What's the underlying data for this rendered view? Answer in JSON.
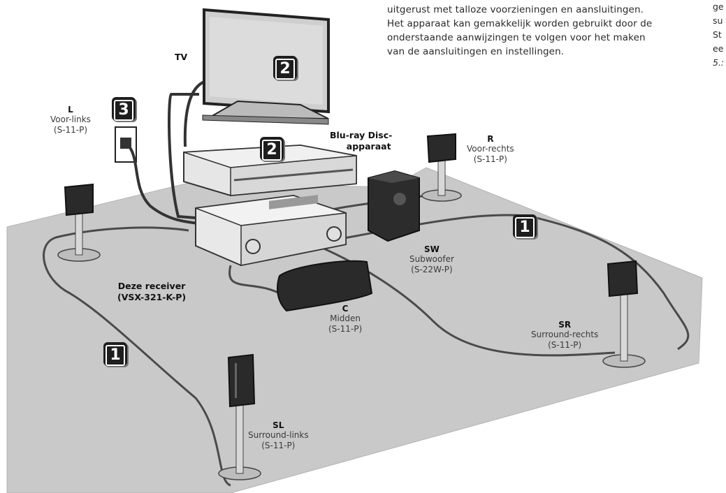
{
  "intro_text": {
    "line1": "uitgerust met talloze voorzieningen en aansluitingen.",
    "line2": "Het apparaat kan gemakkelijk worden gebruikt door de",
    "line3": "onderstaande aanwijzingen te volgen voor het maken",
    "line4": "van de aansluitingen en instellingen."
  },
  "edge_text": {
    "line1": "ge",
    "line2": "su",
    "line3": "St",
    "line4": "ee",
    "line5": "5.:"
  },
  "labels": {
    "tv": "TV",
    "bluray_line1": "Blu-ray Disc-",
    "bluray_line2": "apparaat",
    "receiver_line1": "Deze receiver",
    "receiver_line2": "(VSX-321-K-P)",
    "front_left": {
      "code": "L",
      "name": "Voor-links",
      "model": "(S-11-P)"
    },
    "front_right": {
      "code": "R",
      "name": "Voor-rechts",
      "model": "(S-11-P)"
    },
    "subwoofer": {
      "code": "SW",
      "name": "Subwoofer",
      "model": "(S-22W-P)"
    },
    "center": {
      "code": "C",
      "name": "Midden",
      "model": "(S-11-P)"
    },
    "surround_right": {
      "code": "SR",
      "name": "Surround-rechts",
      "model": "(S-11-P)"
    },
    "surround_left": {
      "code": "SL",
      "name": "Surround-links",
      "model": "(S-11-P)"
    }
  },
  "badges": {
    "step1": "1",
    "step2": "2",
    "step3": "3"
  },
  "colors": {
    "floor": "#c8c8c8",
    "badge": "#1e1e1e",
    "device": "#e8e8e8",
    "speaker": "#2a2a2a"
  }
}
